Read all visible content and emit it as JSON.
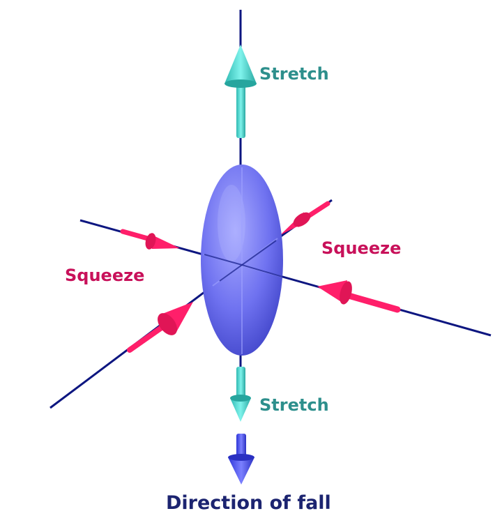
{
  "labels": {
    "stretch_top": "Stretch",
    "stretch_bottom": "Stretch",
    "squeeze_left": "Squeeze",
    "squeeze_right": "Squeeze",
    "direction_of_fall": "Direction of fall"
  },
  "colors": {
    "axis_line": "#0d1680",
    "stretch_arrow": "#40d9d0",
    "stretch_text": "#2d8f8c",
    "squeeze_arrow": "#ff1f6a",
    "squeeze_text": "#c8115a",
    "ellipsoid": "#6f72f0",
    "fall_arrow": "#4b52f0",
    "fall_text": "#1c2470"
  }
}
